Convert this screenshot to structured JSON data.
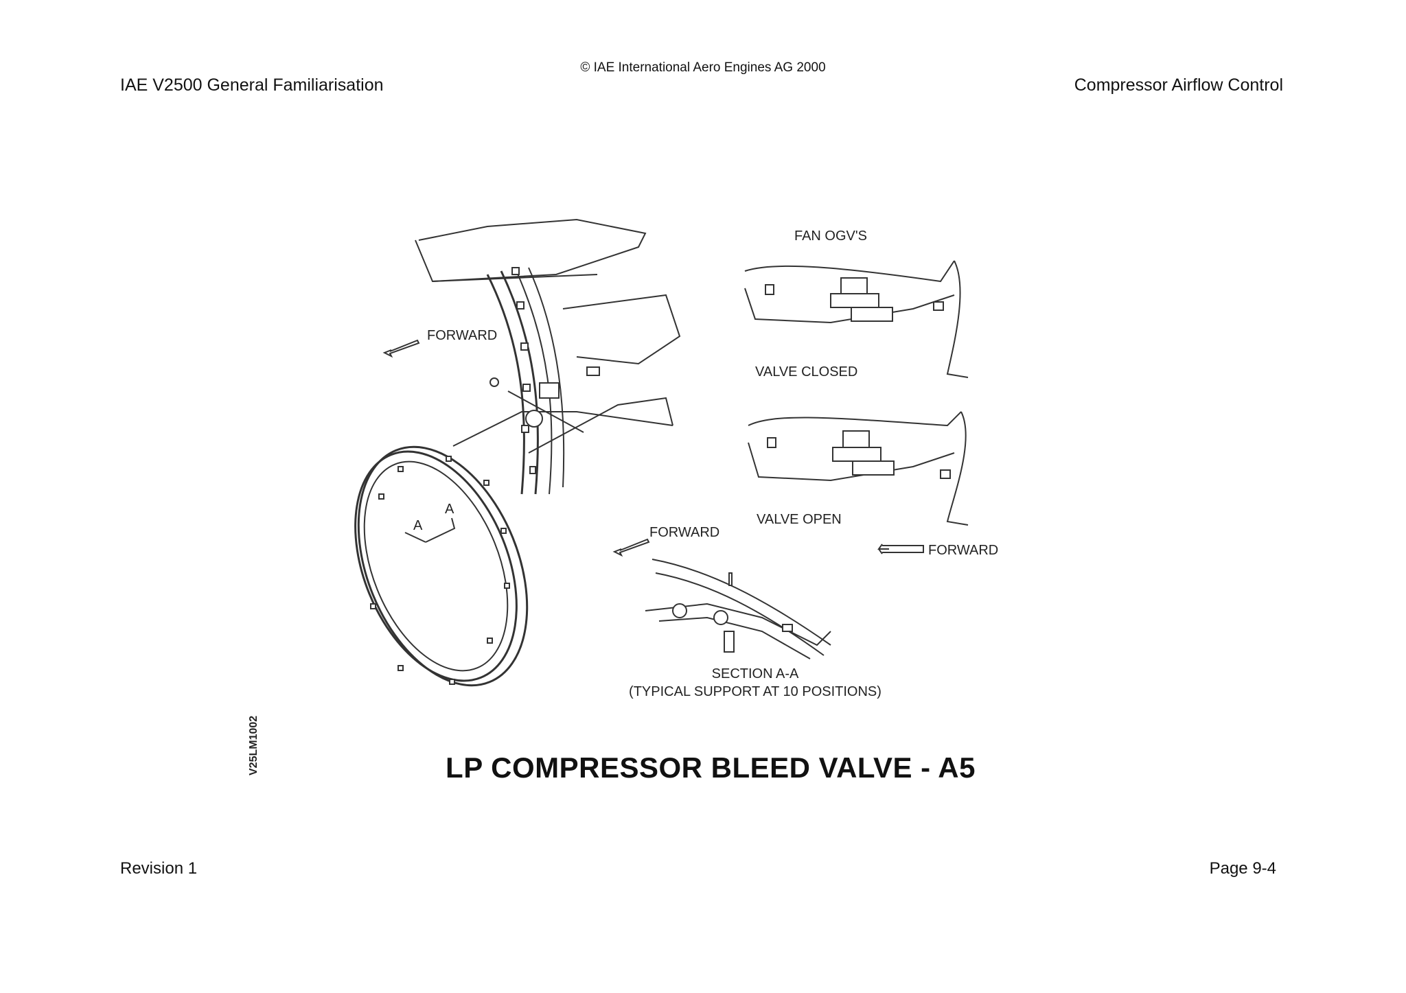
{
  "header": {
    "copyright": "© IAE International Aero Engines AG 2000",
    "document_title": "IAE V2500 General Familiarisation",
    "chapter_title": "Compressor Airflow Control"
  },
  "figure": {
    "labels": {
      "forward_main": "FORWARD",
      "fan_ogvs": "FAN OGV'S",
      "valve_closed": "VALVE CLOSED",
      "valve_open": "VALVE OPEN",
      "forward_right": "FORWARD",
      "forward_section": "FORWARD",
      "section_marker_1": "A",
      "section_marker_2": "A",
      "section_title": "SECTION A-A",
      "section_note": "(TYPICAL SUPPORT AT 10 POSITIONS)"
    },
    "figure_id": "V25LM1002",
    "caption": "LP COMPRESSOR BLEED VALVE - A5"
  },
  "footer": {
    "revision": "Revision 1",
    "page": "Page 9-4"
  }
}
